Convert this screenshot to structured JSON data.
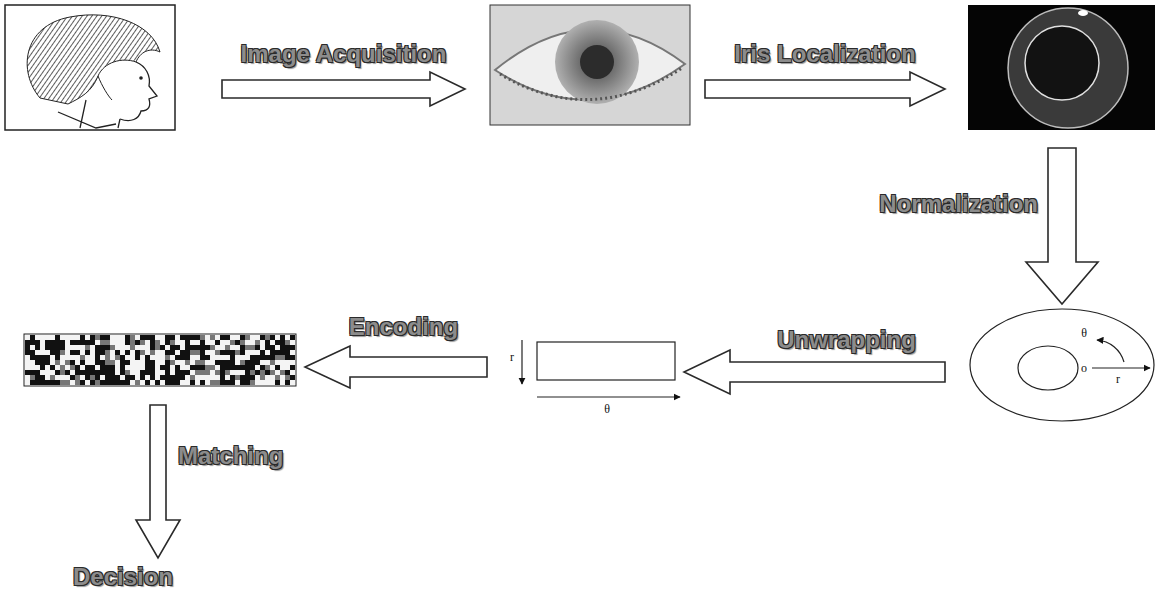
{
  "diagram": {
    "labels": [
      "Image Acquisition",
      "Iris Localization",
      "Normalization",
      "θ",
      "o",
      "r",
      "Unwrapping",
      "r",
      "θ",
      "Encoding",
      "Matching",
      "Decision"
    ]
  }
}
